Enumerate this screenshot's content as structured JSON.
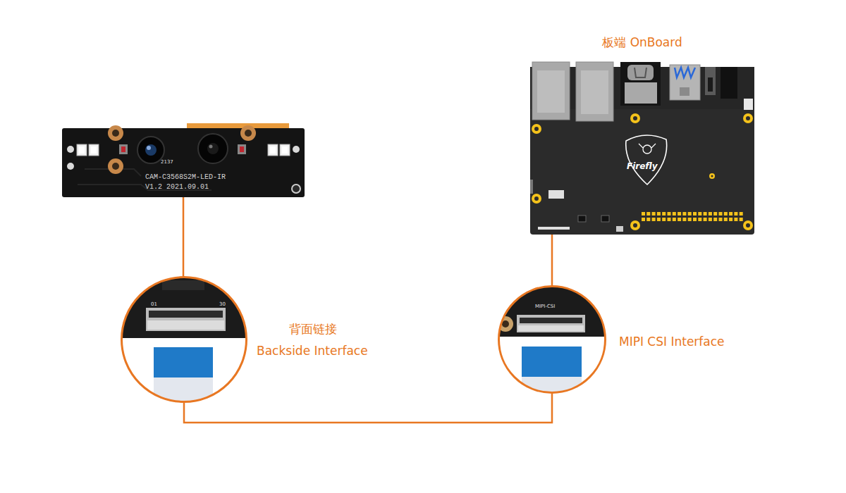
{
  "diagram": {
    "nodes": [
      {
        "text": [
          "2137",
          "CAM-C3568S2M-LED-IR",
          "V1.2 2021.09.01"
        ]
      },
      {
        "text": [
          "板端 OnBoard",
          "Firefly"
        ]
      },
      {
        "text": [
          "背面链接",
          "Backside Interface",
          "01",
          "30"
        ]
      },
      {
        "text": [
          "MIPI CSI Interface",
          "MIPI-CSI"
        ]
      }
    ],
    "edges": [
      {
        "from": 0,
        "to": 2,
        "arrow": "none"
      },
      {
        "from": 2,
        "to": 3,
        "arrow": "none"
      },
      {
        "from": 3,
        "to": 1,
        "arrow": "none"
      }
    ]
  }
}
